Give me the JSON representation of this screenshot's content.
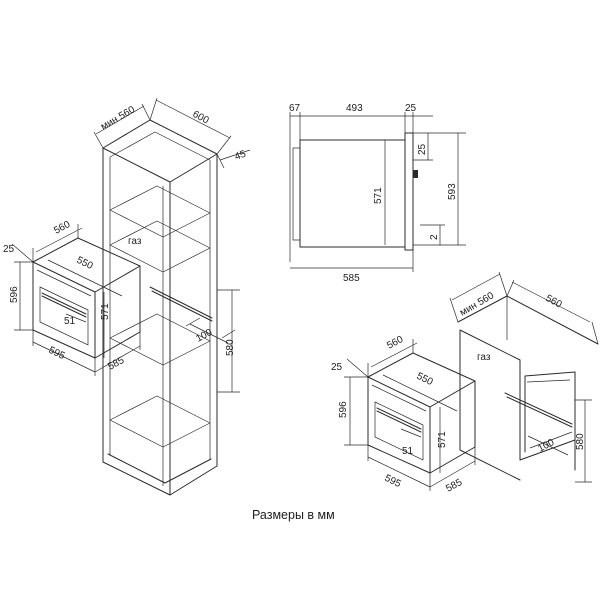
{
  "left_view": {
    "min_width": "мин 560",
    "depth": "600",
    "ledge": "45",
    "oven_width": "560",
    "gas": "газ",
    "offset": "25",
    "inner_width": "550",
    "height": "596",
    "inner_height": "571",
    "handle": "51",
    "front_width": "595",
    "oven_depth": "585",
    "vent": "100",
    "niche_height": "580"
  },
  "side_view": {
    "back": "67",
    "body_depth": "493",
    "front_top": "25",
    "panel": "25",
    "body_height": "571",
    "total_height": "593",
    "gap": "2",
    "total_depth": "585"
  },
  "right_view": {
    "min_width": "мин 560",
    "depth": "560",
    "gas": "газ",
    "offset": "25",
    "oven_width": "560",
    "inner_width": "550",
    "height": "596",
    "inner_height": "571",
    "handle": "51",
    "front_width": "595",
    "oven_depth": "585",
    "vent": "100",
    "niche_height": "580"
  },
  "caption": "Размеры в мм"
}
